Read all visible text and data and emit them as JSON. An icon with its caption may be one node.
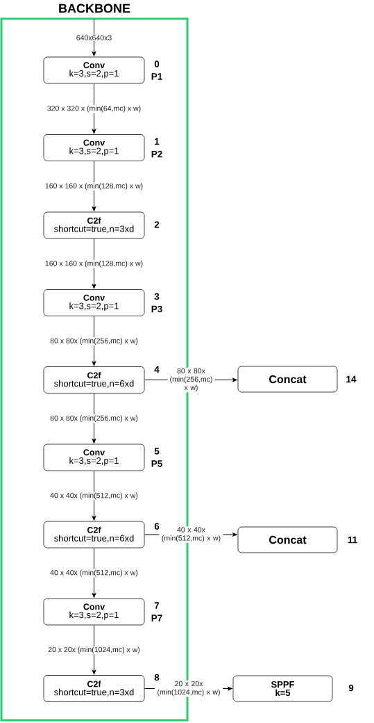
{
  "diagram": {
    "nodes": [
      {
        "text": [
          "BACKBONE"
        ]
      },
      {
        "text": [
          "Conv",
          "k=3,s=2,p=1"
        ],
        "in": 0,
        "beside": [
          "0",
          "P1"
        ]
      },
      {
        "text": [
          "Conv",
          "k=3,s=2,p=1"
        ],
        "in": 0,
        "beside": [
          "1",
          "P2"
        ]
      },
      {
        "text": [
          "C2f",
          "shortcut=true,n=3xd"
        ],
        "in": 0,
        "beside": [
          "2"
        ]
      },
      {
        "text": [
          "Conv",
          "k=3,s=2,p=1"
        ],
        "in": 0,
        "beside": [
          "3",
          "P3"
        ]
      },
      {
        "text": [
          "C2f",
          "shortcut=true,n=6xd"
        ],
        "in": 0,
        "beside": [
          "4"
        ]
      },
      {
        "text": [
          "Conv",
          "k=3,s=2,p=1"
        ],
        "in": 0,
        "beside": [
          "5",
          "P5"
        ]
      },
      {
        "text": [
          "C2f",
          "shortcut=true,n=6xd"
        ],
        "in": 0,
        "beside": [
          "6"
        ]
      },
      {
        "text": [
          "Conv",
          "k=3,s=2,p=1"
        ],
        "in": 0,
        "beside": [
          "7",
          "P7"
        ]
      },
      {
        "text": [
          "C2f",
          "shortcut=true,n=3xd"
        ],
        "in": 0,
        "beside": [
          "8"
        ]
      },
      {
        "text": [
          "Concat"
        ],
        "beside": [
          "14"
        ]
      },
      {
        "text": [
          "Concat"
        ],
        "beside": [
          "11"
        ]
      },
      {
        "text": [
          "SPPF",
          "k=5"
        ],
        "beside": [
          "9"
        ]
      }
    ],
    "edges": [
      {
        "from": null,
        "to": 1,
        "arrow": "to",
        "label": "640x640x3"
      },
      {
        "from": 1,
        "to": 2,
        "arrow": "to",
        "label": "320 x 320 x (min(64,mc) x w)"
      },
      {
        "from": 2,
        "to": 3,
        "arrow": "to",
        "label": "160 x 160 x (min(128,mc) x w)"
      },
      {
        "from": 3,
        "to": 4,
        "arrow": "to",
        "label": "160 x 160 x (min(128,mc) x w)"
      },
      {
        "from": 4,
        "to": 5,
        "arrow": "to",
        "label": "80 x 80x (min(256,mc) x w)"
      },
      {
        "from": 5,
        "to": 6,
        "arrow": "to",
        "label": "80 x 80x (min(256,mc) x w)"
      },
      {
        "from": 6,
        "to": 7,
        "arrow": "to",
        "label": "40 x 40x (min(512,mc) x w)"
      },
      {
        "from": 7,
        "to": 8,
        "arrow": "to",
        "label": "40 x 40x (min(512,mc) x w)"
      },
      {
        "from": 8,
        "to": 9,
        "arrow": "to",
        "label": "20 x 20x (min(1024,mc) x w)"
      },
      {
        "from": 5,
        "to": 10,
        "arrow": "to",
        "label": "80 x 80x (min(256,mc) x w)"
      },
      {
        "from": 7,
        "to": 11,
        "arrow": "to",
        "label": "40 x 40x (min(512,mc) x w)"
      },
      {
        "from": 9,
        "to": 12,
        "arrow": "to",
        "label": "20 x 20x (min(1024,mc) x w)"
      }
    ]
  }
}
